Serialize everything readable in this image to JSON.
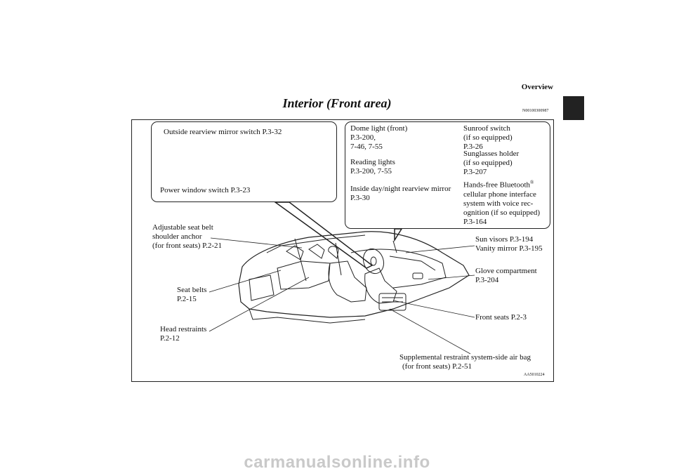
{
  "header": {
    "section": "Overview"
  },
  "page": {
    "title": "Interior (Front area)",
    "doc_code": "N00100300987",
    "figure_code": "AA5010224"
  },
  "inset_left": {
    "mirror_switch": "Outside rearview mirror switch P.3-32",
    "window_switch": "Power window switch P.3-23"
  },
  "inset_right": {
    "dome_light": [
      "Dome light (front)",
      "P.3-200,",
      "7-46, 7-55"
    ],
    "reading_lights": [
      "Reading lights",
      "P.3-200, 7-55"
    ],
    "rearview_mirror": [
      "Inside day/night rearview mirror",
      "P.3-30"
    ],
    "sunroof": [
      "Sunroof switch",
      "(if so equipped)",
      "P.3-26"
    ],
    "sunglasses": [
      "Sunglasses holder",
      "(if so equipped)",
      "P.3-207"
    ],
    "bluetooth": {
      "line1": "Hands-free Bluetooth",
      "reg": "®",
      "lines": [
        "cellular phone interface",
        "system with voice rec-",
        "ognition (if so equipped)",
        "P.3-164"
      ]
    }
  },
  "callouts": {
    "seat_belt_anchor": [
      "Adjustable seat belt",
      "shoulder anchor",
      "(for front seats) P.2-21"
    ],
    "seat_belts": [
      "Seat belts",
      "P.2-15"
    ],
    "head_restraints": [
      "Head restraints",
      "P.2-12"
    ],
    "sun_visors": [
      "Sun visors P.3-194",
      "Vanity mirror P.3-195"
    ],
    "glove_box": [
      "Glove compartment",
      "P.3-204"
    ],
    "front_seats": "Front seats P.2-3",
    "side_airbag": [
      "Supplemental restraint system-side air bag",
      "(for front seats) P.2-51"
    ]
  },
  "watermark": "carmanualsonline.info"
}
